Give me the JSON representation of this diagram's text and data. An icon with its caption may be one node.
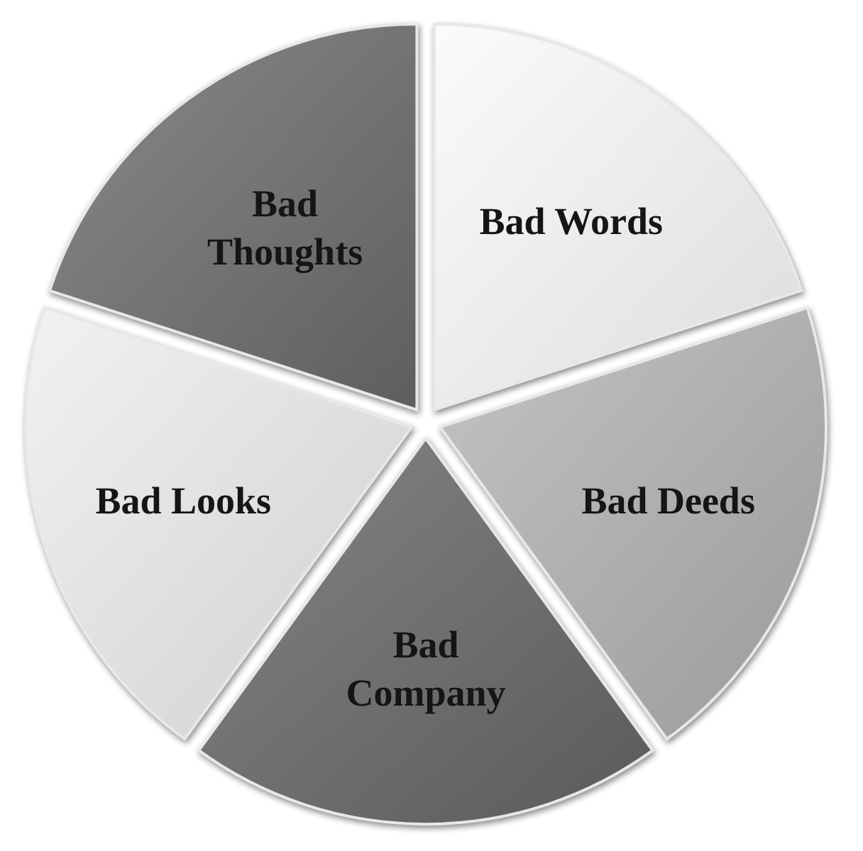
{
  "diagram": {
    "nodes": [
      {
        "text": [
          "Bad Thoughts"
        ]
      },
      {
        "text": [
          "Bad Words"
        ]
      },
      {
        "text": [
          "Bad Looks"
        ]
      },
      {
        "text": [
          "Bad Deeds"
        ]
      },
      {
        "text": [
          "Bad Company"
        ]
      }
    ]
  }
}
